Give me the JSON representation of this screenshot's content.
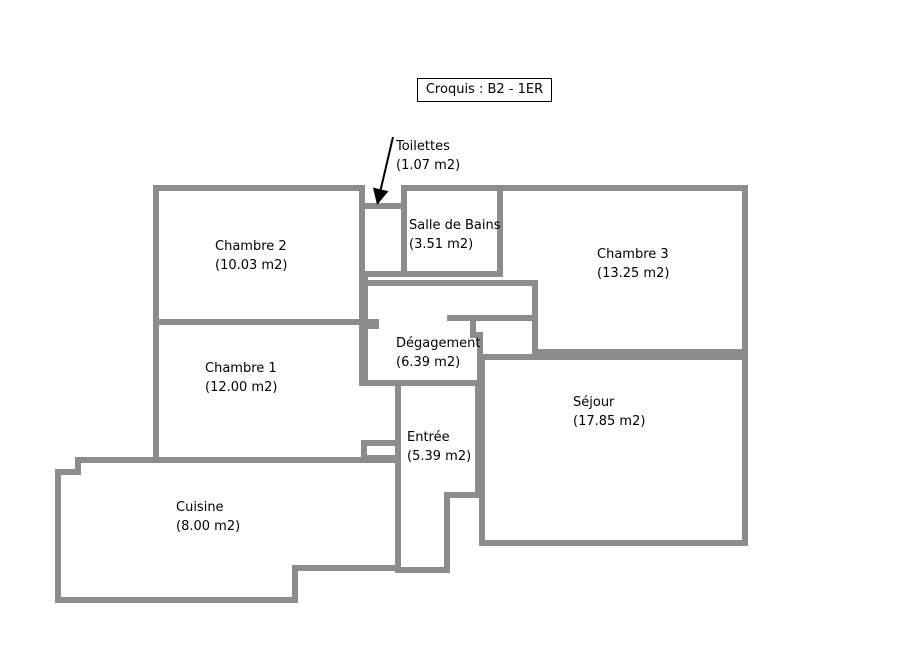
{
  "title": "Croquis : B2 - 1ER",
  "rooms": [
    {
      "name": "Chambre 2",
      "area": "(10.03 m2)"
    },
    {
      "name": "Toilettes",
      "area": "(1.07 m2)"
    },
    {
      "name": "Salle de Bains",
      "area": "(3.51 m2)"
    },
    {
      "name": "Chambre 3",
      "area": "(13.25 m2)"
    },
    {
      "name": "Dégagement",
      "area": "(6.39 m2)"
    },
    {
      "name": "Chambre 1",
      "area": "(12.00 m2)"
    },
    {
      "name": "Séjour",
      "area": "(17.85 m2)"
    },
    {
      "name": "Entrée",
      "area": "(5.39 m2)"
    },
    {
      "name": "Cuisine",
      "area": "(8.00 m2)"
    }
  ],
  "colors": {
    "wall": "#8c8c8c",
    "text": "#000000"
  }
}
